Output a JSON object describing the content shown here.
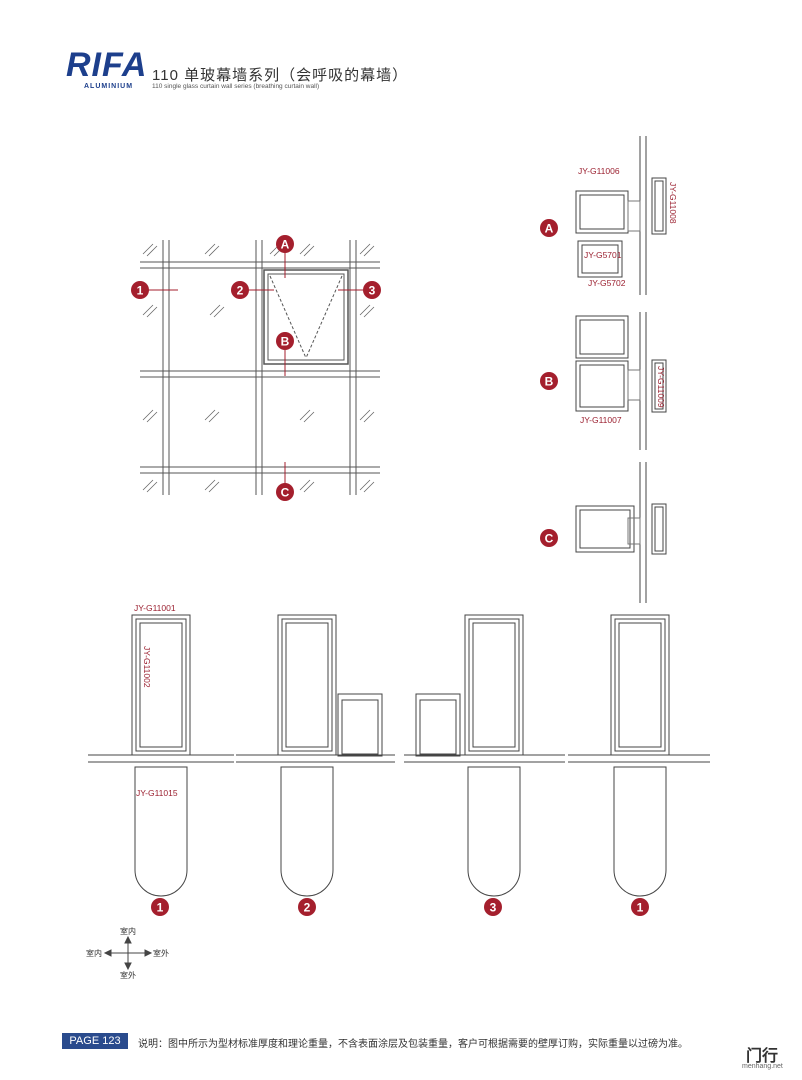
{
  "header": {
    "logo_text": "RIFA",
    "logo_sub": "ALUMINIUM",
    "title": "110 单玻幕墙系列（会呼吸的幕墙）",
    "subtitle": "110 single glass curtain wall series (breathing curtain wall)"
  },
  "elevation": {
    "markers": [
      "1",
      "2",
      "3"
    ],
    "section_markers": [
      "A",
      "B",
      "C"
    ]
  },
  "sections": {
    "A": {
      "marker": "A",
      "labels": [
        "JY-G11006",
        "JY-G11008",
        "JY-G5701",
        "JY-G5702"
      ]
    },
    "B": {
      "marker": "B",
      "labels": [
        "JY-G11009",
        "JY-G11007"
      ]
    },
    "C": {
      "marker": "C"
    }
  },
  "plans": [
    {
      "marker": "1",
      "labels": [
        "JY-G11001",
        "JY-G11002",
        "JY-G11015"
      ]
    },
    {
      "marker": "2"
    },
    {
      "marker": "3"
    },
    {
      "marker": "1"
    }
  ],
  "orientation": {
    "up": "室内",
    "down": "室外",
    "left": "室内",
    "right": "室外"
  },
  "footer": {
    "page": "PAGE 123",
    "note": "说明：图中所示为型材标准厚度和理论重量，不含表面涂层及包装重量，客户可根据需要的壁厚订购，实际重量以过磅为准。",
    "watermark": "门行",
    "watermark_sub": "menhang.net"
  },
  "colors": {
    "brand": "#1d3f8c",
    "marker": "#a41f2d",
    "line": "#444444"
  }
}
